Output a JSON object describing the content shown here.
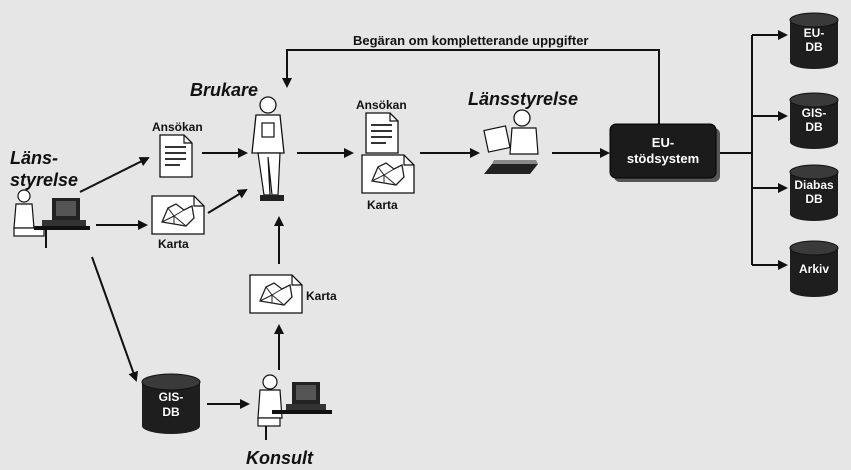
{
  "actors": {
    "lansstyrelse_left_line1": "Läns-",
    "lansstyrelse_left_line2": "styrelse",
    "brukare": "Brukare",
    "lansstyrelse_top": "Länsstyrelse",
    "konsult": "Konsult"
  },
  "documents": {
    "ansokan_1": "Ansökan",
    "karta_1": "Karta",
    "ansokan_2": "Ansökan",
    "karta_2": "Karta",
    "karta_3": "Karta"
  },
  "feedback_label": "Begäran om kompletterande uppgifter",
  "system": {
    "line1": "EU-",
    "line2": "stödsystem"
  },
  "databases": {
    "eu_db_line1": "EU-",
    "eu_db_line2": "DB",
    "gis_db_right_line1": "GIS-",
    "gis_db_right_line2": "DB",
    "diabas_db_line1": "Diabas",
    "diabas_db_line2": "DB",
    "arkiv": "Arkiv",
    "gis_db_left_line1": "GIS-",
    "gis_db_left_line2": "DB"
  },
  "colors": {
    "background": "#e6e6e6",
    "ink": "#111111",
    "db_fill": "#1e1e1e",
    "system_fill": "#1b1b1b"
  }
}
